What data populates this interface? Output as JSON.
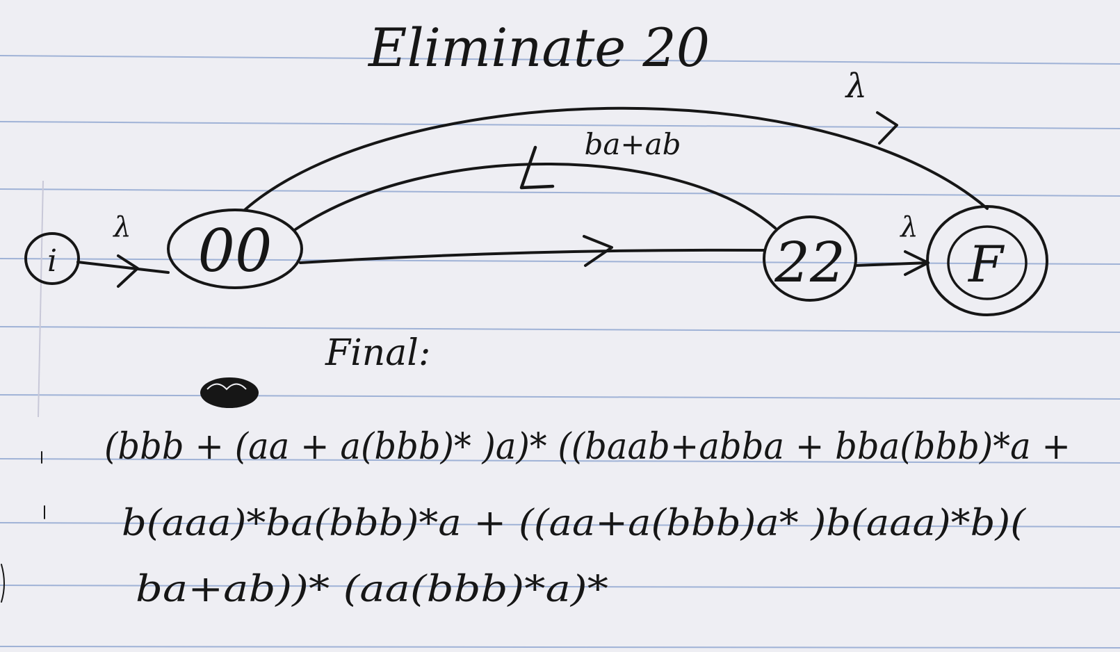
{
  "title": "Eliminate 20",
  "states": {
    "initial": "i",
    "s00": "00",
    "s22": "22",
    "final": "F"
  },
  "edges": {
    "i_to_00": "λ",
    "00_to_F": "λ",
    "22_to_00": "ba+ab",
    "22_to_F": "λ"
  },
  "final_label": "Final:",
  "expression_lines": [
    "(bbb + (aa + a(bbb)* )a)* ((baab+abba + bba(bbb)*a +",
    "b(aaa)*ba(bbb)*a + ((aa+a(bbb)a* )b(aaa)*b)(",
    "ba+ab))* (aa(bbb)*a)*"
  ],
  "colors": {
    "paper": "#eeeef3",
    "rule_line": "#9fb2d6",
    "ink": "#161616"
  }
}
